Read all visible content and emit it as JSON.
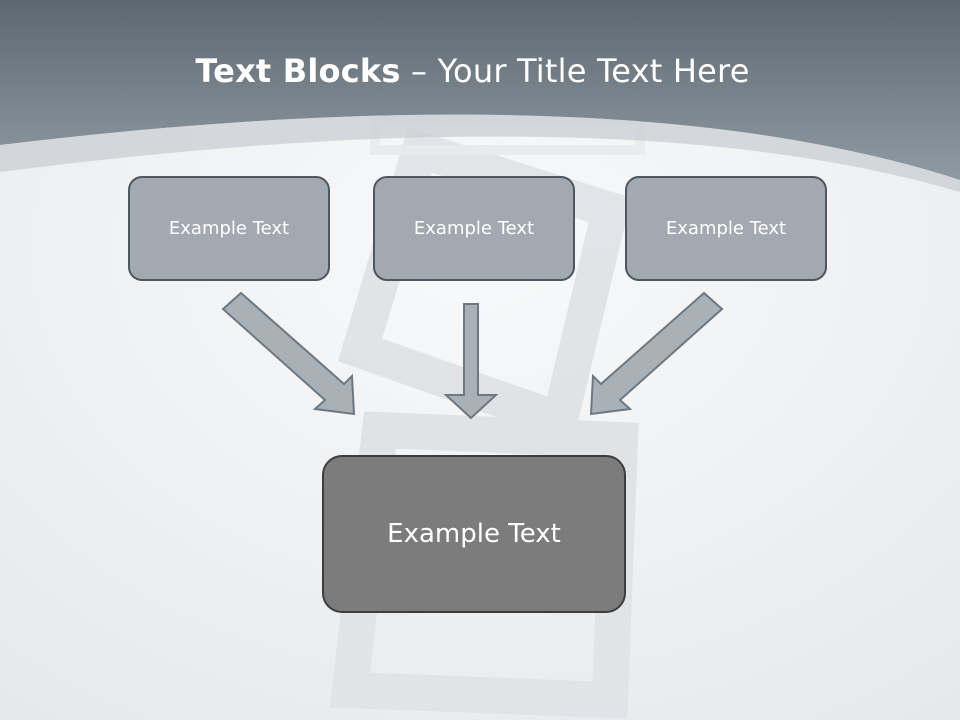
{
  "slide": {
    "title_bold": "Text Blocks",
    "title_dash": " – ",
    "title_rest": "Your Title Text Here"
  },
  "boxes": {
    "left": "Example Text",
    "center": "Example Text",
    "right": "Example Text",
    "main": "Example Text"
  },
  "colors": {
    "header_band": "#7f8c96",
    "box_fill": "#a2a9b0",
    "box_border": "#4e575f",
    "main_fill": "#7c7c7c",
    "arrow_fill": "#a9b0b6"
  }
}
